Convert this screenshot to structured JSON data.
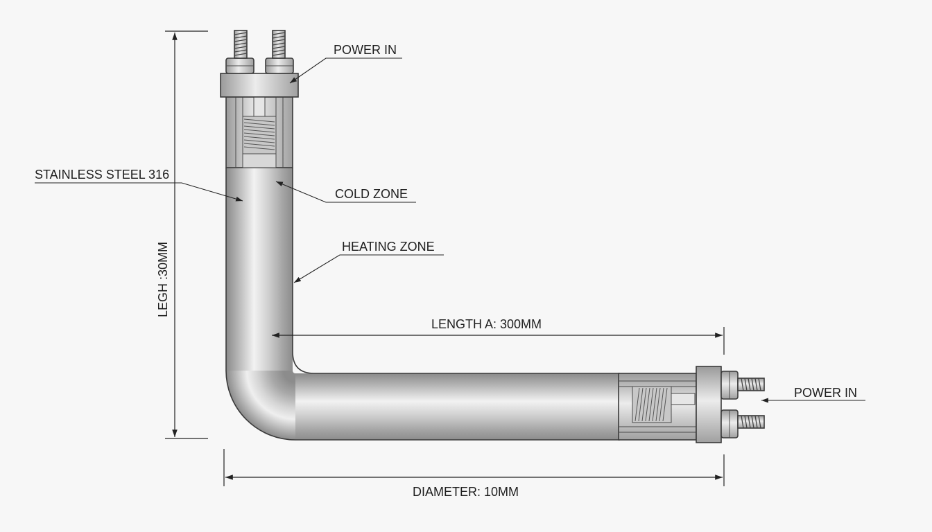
{
  "labels": {
    "power_in_top": "POWER IN",
    "power_in_right": "POWER IN",
    "stainless": "STAINLESS STEEL 316",
    "cold_zone": "COLD ZONE",
    "heating_zone": "HEATING ZONE",
    "length_a": "LENGTH A: 300MM",
    "vertical_length": "LEGH :30MM",
    "diameter": "DIAMETER: 10MM"
  },
  "colors": {
    "background": "#f7f7f7",
    "tube_dark": "#8e8e8e",
    "tube_light": "#efefef",
    "line": "#222222"
  }
}
